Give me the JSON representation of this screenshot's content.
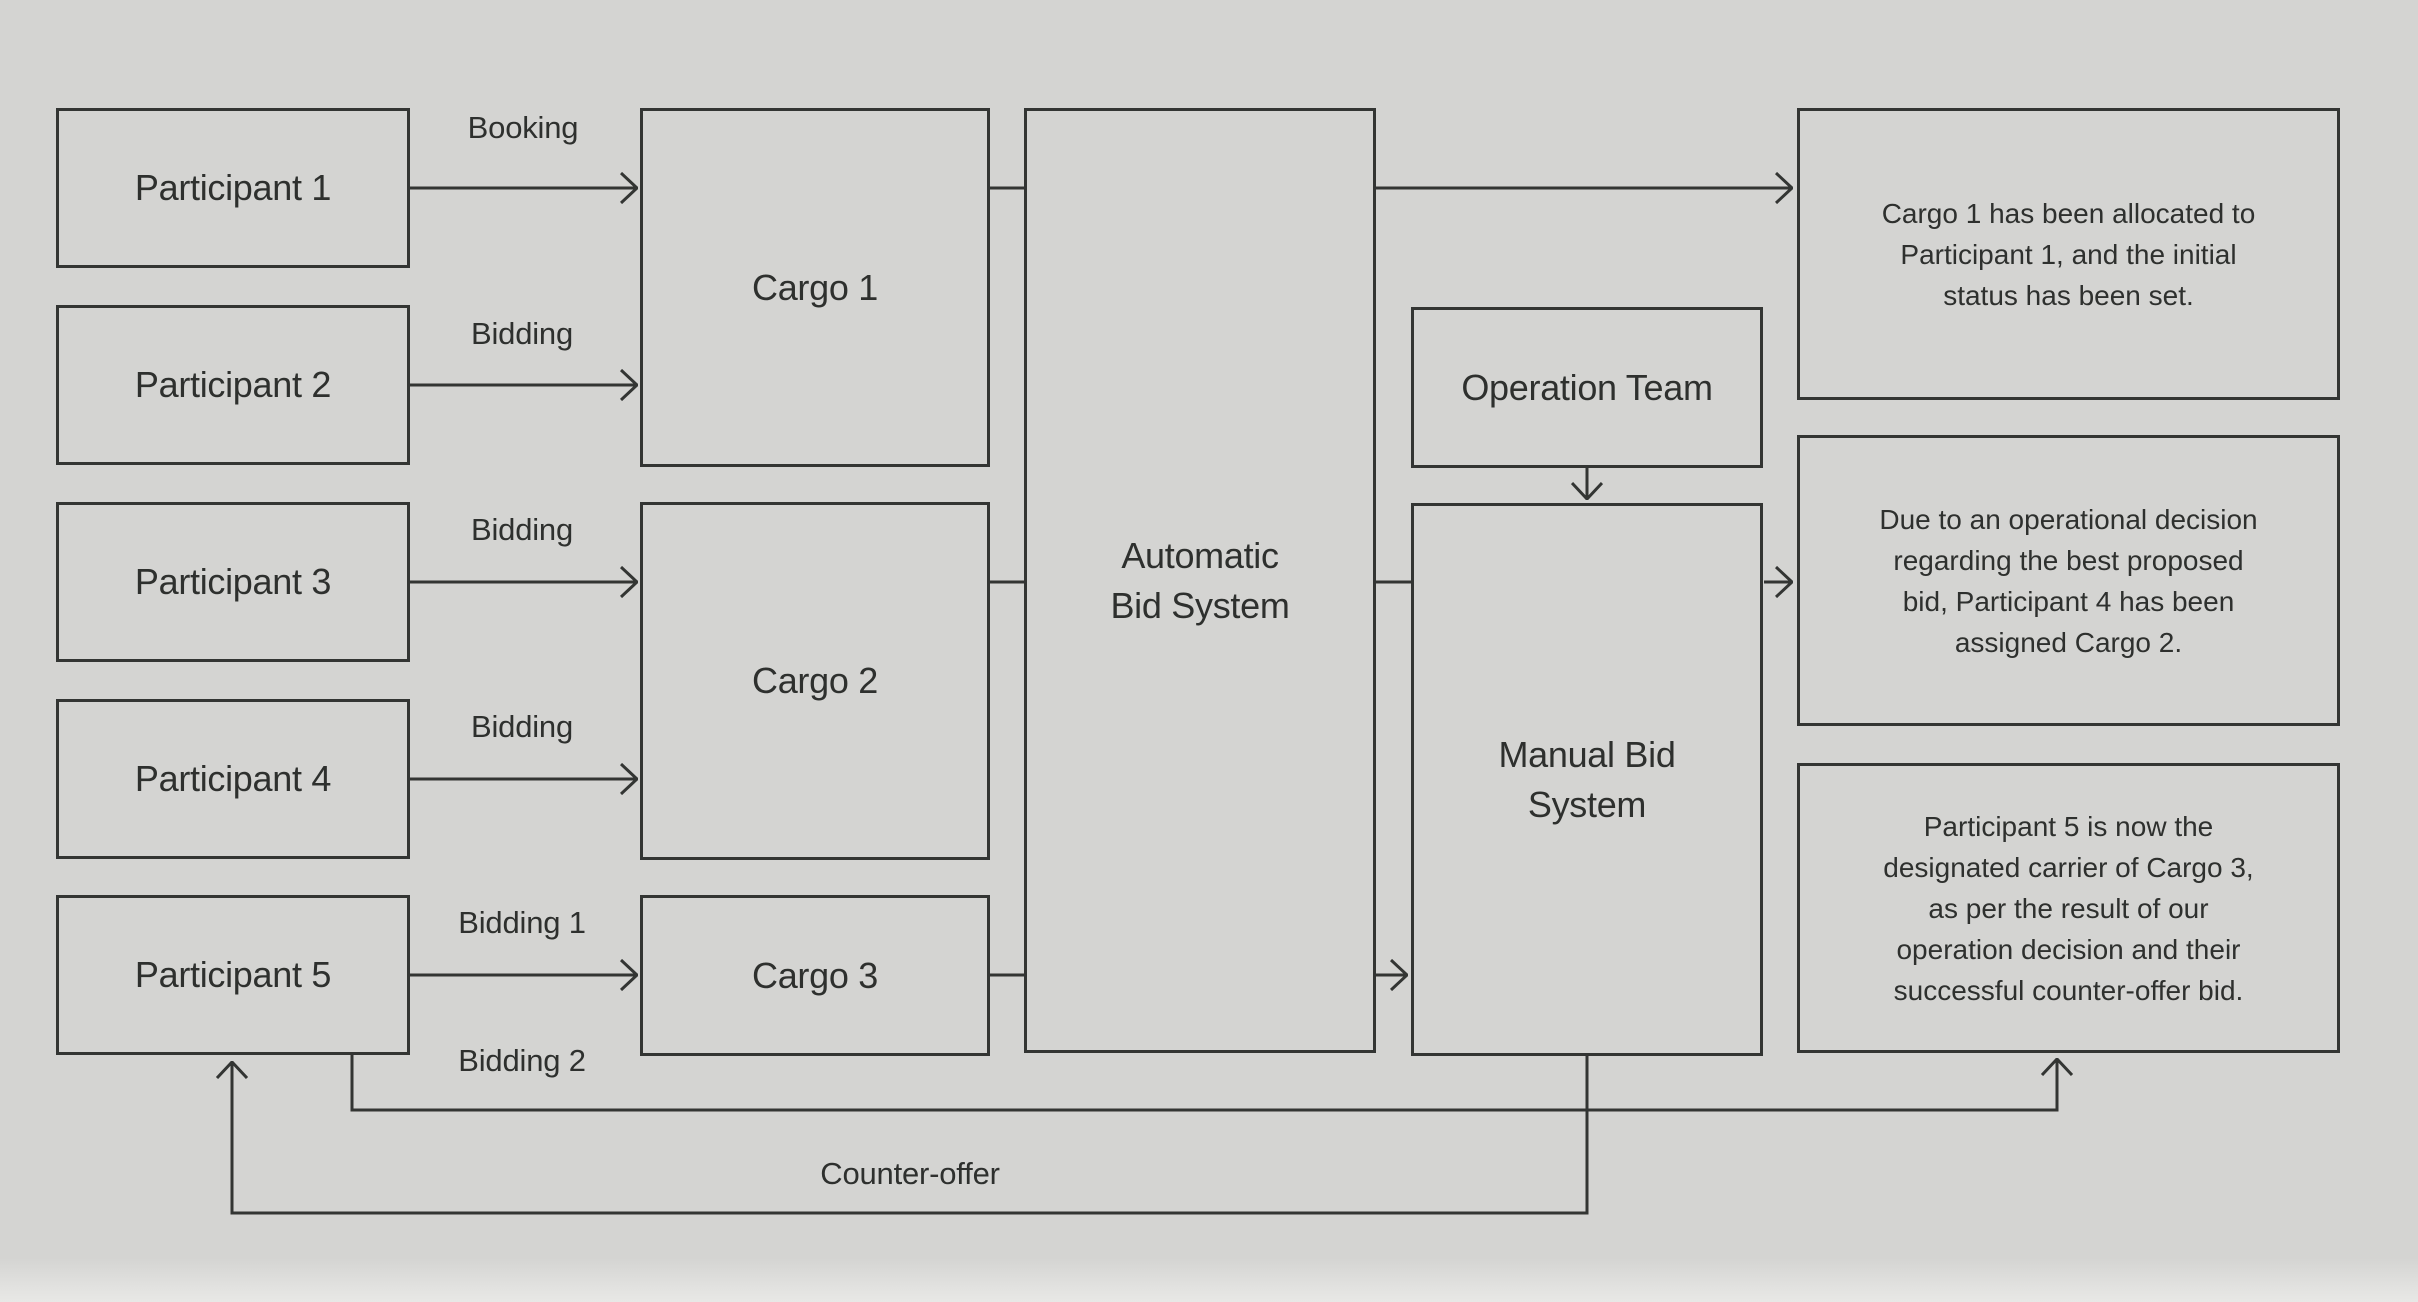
{
  "theme": {
    "background": "#d4d4d2",
    "line_color": "#333533",
    "text_color": "#2e302e"
  },
  "participants": [
    {
      "label": "Participant 1"
    },
    {
      "label": "Participant 2"
    },
    {
      "label": "Participant 3"
    },
    {
      "label": "Participant 4"
    },
    {
      "label": "Participant 5"
    }
  ],
  "cargos": [
    {
      "label": "Cargo 1"
    },
    {
      "label": "Cargo 2"
    },
    {
      "label": "Cargo 3"
    }
  ],
  "systems": {
    "automatic": {
      "line1": "Automatic",
      "line2": "Bid System"
    },
    "operation_team": {
      "label": "Operation Team"
    },
    "manual": {
      "line1": "Manual Bid",
      "line2": "System"
    }
  },
  "edge_labels": {
    "booking": "Booking",
    "bidding_p2": "Bidding",
    "bidding_p3": "Bidding",
    "bidding_p4": "Bidding",
    "bidding_1": "Bidding 1",
    "bidding_2": "Bidding 2",
    "counter_offer": "Counter-offer"
  },
  "outcomes": [
    {
      "text": "Cargo 1 has been allocated to Participant 1, and the initial status has been set."
    },
    {
      "text": "Due to an operational decision regarding the best proposed bid, Participant 4 has been assigned Cargo 2."
    },
    {
      "text": "Participant 5 is now the designated carrier of Cargo 3, as per the result of our operation decision and their successful counter-offer bid."
    }
  ]
}
